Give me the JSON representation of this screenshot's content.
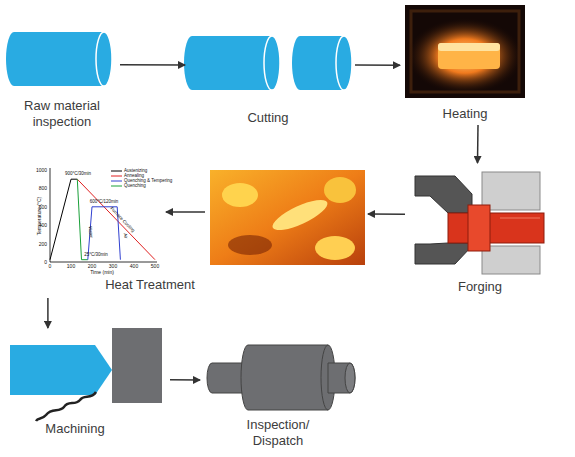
{
  "diagram": {
    "nodes": [
      {
        "text": [
          "Raw material inspection"
        ]
      },
      {
        "text": [
          "Cutting"
        ]
      },
      {
        "text": [
          "Heating"
        ]
      },
      {
        "text": [
          "Forging"
        ]
      },
      {
        "text": [
          "Heat Treatment"
        ]
      },
      {
        "text": [
          "Machining"
        ]
      },
      {
        "text": [
          "Inspection/ Dispatch"
        ]
      }
    ],
    "edges": [
      {
        "from": 0,
        "to": 1,
        "arrow": "to"
      },
      {
        "from": 1,
        "to": 2,
        "arrow": "to"
      },
      {
        "from": 2,
        "to": 3,
        "arrow": "to"
      },
      {
        "from": 3,
        "to": 4,
        "arrow": "to"
      },
      {
        "from": 4,
        "to": 5,
        "arrow": "to"
      },
      {
        "from": 5,
        "to": 6,
        "arrow": "to"
      }
    ],
    "labels": [
      "1000",
      "800",
      "600",
      "400",
      "200",
      "0",
      "0",
      "100",
      "200",
      "300",
      "400",
      "500",
      "Temperature (°C)",
      "Time (min)",
      "900°C/30min",
      "Furnace Cooling",
      "Water",
      "600°C/120min",
      "Air",
      "25°C/30min"
    ],
    "legend": [
      {
        "text": "Austenizing"
      },
      {
        "text": "Annealing"
      },
      {
        "text": "Quenching & Tempering"
      },
      {
        "text": "Quenching"
      }
    ]
  }
}
